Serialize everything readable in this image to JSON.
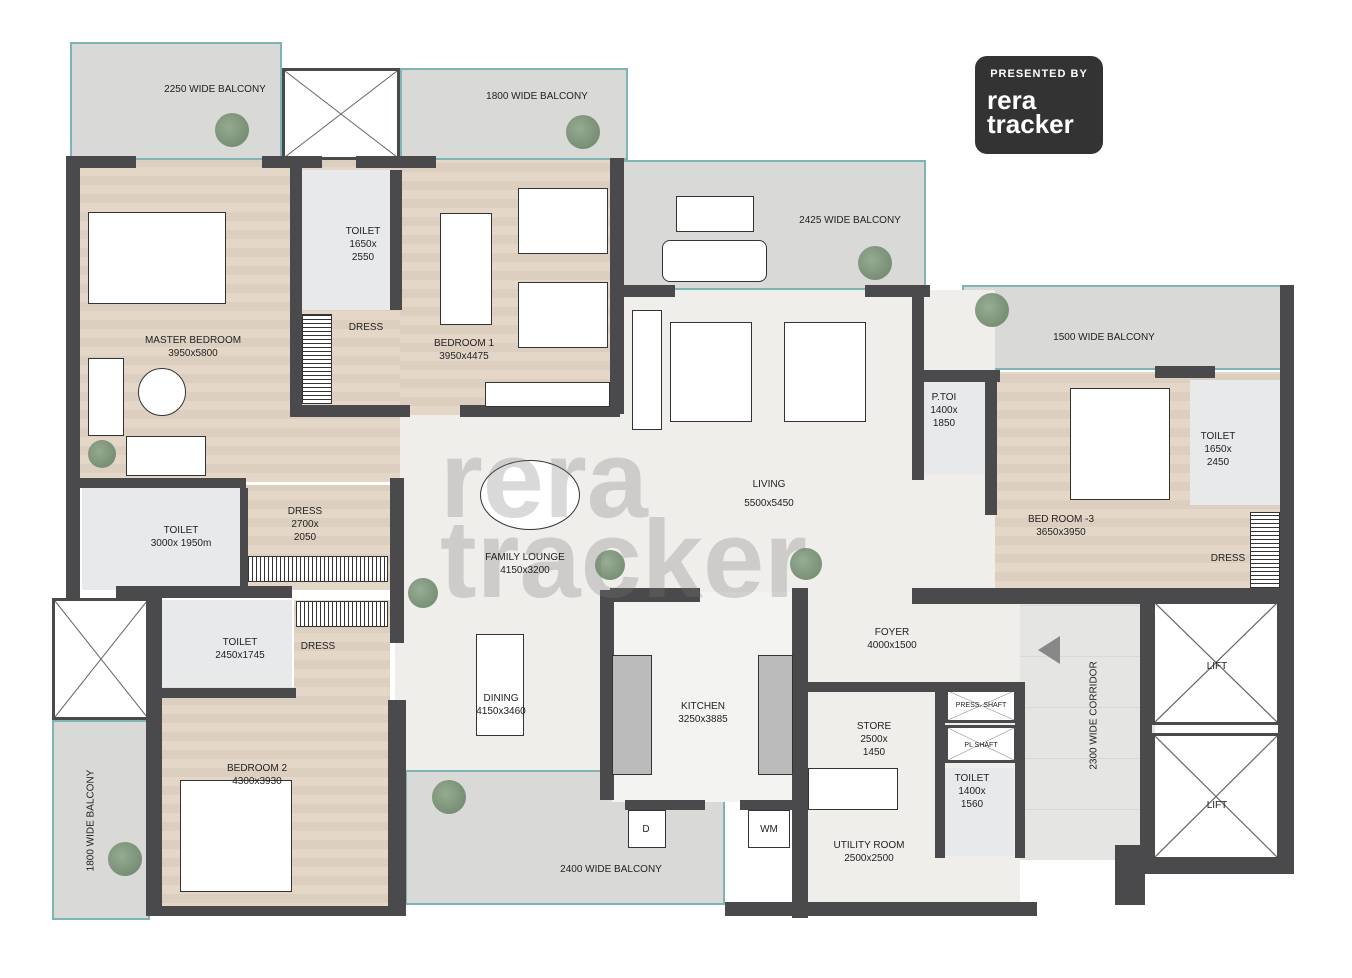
{
  "logo": {
    "presented_by": "PRESENTED BY",
    "line1": "rera",
    "line2": "tracker"
  },
  "watermark": {
    "line1": "rera",
    "line2": "tracker"
  },
  "rooms": {
    "balcony_2250": "2250 WIDE BALCONY",
    "balcony_1800_top": "1800 WIDE BALCONY",
    "balcony_2425": "2425  WIDE BALCONY",
    "balcony_1500": "1500 WIDE BALCONY",
    "balcony_1800_left": "1800 WIDE BALCONY",
    "balcony_2400": "2400 WIDE BALCONY",
    "corridor": "2300 WIDE CORRIDOR",
    "master_bedroom": {
      "name": "MASTER BEDROOM",
      "size": "3950x5800"
    },
    "toilet_1": {
      "name": "TOILET",
      "size1": "1650x",
      "size2": "2550"
    },
    "dress_1": "DRESS",
    "bedroom_1": {
      "name": "BEDROOM 1",
      "size": "3950x4475"
    },
    "living": {
      "name": "LIVING",
      "size": "5500x5450"
    },
    "p_toi": {
      "name": "P.TOI",
      "size1": "1400x",
      "size2": "1850"
    },
    "bedroom_3": {
      "name": "BED ROOM -3",
      "size": "3650x3950"
    },
    "toilet_3": {
      "name": "TOILET",
      "size1": "1650x",
      "size2": "2450"
    },
    "dress_3": "DRESS",
    "toilet_master": {
      "name": "TOILET",
      "size": "3000x 1950m"
    },
    "dress_master": {
      "name": "DRESS",
      "size1": "2700x",
      "size2": "2050"
    },
    "family_lounge": {
      "name": "FAMILY LOUNGE",
      "size": "4150x3200"
    },
    "toilet_2": {
      "name": "TOILET",
      "size": "2450x1745"
    },
    "dress_2": "DRESS",
    "dining": {
      "name": "DINING",
      "size": "4150x3460"
    },
    "kitchen": {
      "name": "KITCHEN",
      "size": "3250x3885"
    },
    "foyer": {
      "name": "FOYER",
      "size": "4000x1500"
    },
    "bedroom_2": {
      "name": "BEDROOM 2",
      "size": "4300x3930"
    },
    "store": {
      "name": "STORE",
      "size1": "2500x",
      "size2": "1450"
    },
    "press_shaft": "PRESS. SHAFT",
    "pl_shaft": "PL SHAFT",
    "toilet_utility": {
      "name": "TOILET",
      "size1": "1400x",
      "size2": "1560"
    },
    "utility": {
      "name": "UTILITY ROOM",
      "size": "2500x2500"
    },
    "lift_1": "LIFT",
    "lift_2": "LIFT",
    "d": "D",
    "wm": "WM"
  },
  "colors": {
    "wall": "#4a4a4c",
    "wood": "#e4d7c8",
    "balcony": "#d9d9d7",
    "floor": "#efeeea"
  }
}
